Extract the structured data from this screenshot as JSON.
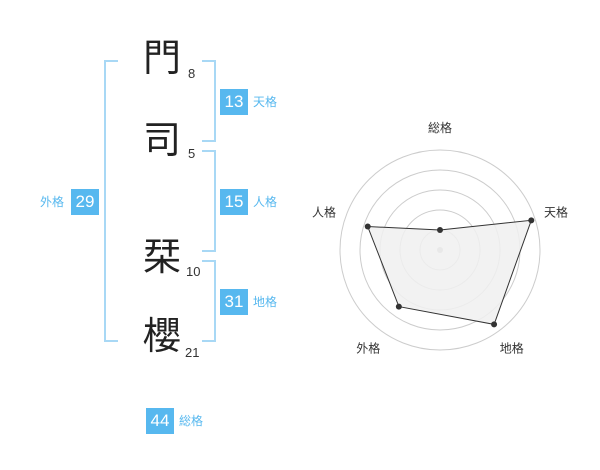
{
  "name": {
    "characters": [
      {
        "char": "門",
        "strokes": "8"
      },
      {
        "char": "司",
        "strokes": "5"
      },
      {
        "char": "栞",
        "strokes": "10"
      },
      {
        "char": "櫻",
        "strokes": "21"
      }
    ]
  },
  "fortunes": {
    "tenkaku": {
      "value": "13",
      "label": "天格"
    },
    "jinkaku": {
      "value": "15",
      "label": "人格"
    },
    "chikaku": {
      "value": "31",
      "label": "地格"
    },
    "gaikaku": {
      "value": "29",
      "label": "外格"
    },
    "soukaku": {
      "value": "44",
      "label": "総格"
    }
  },
  "chart_data": {
    "type": "radar",
    "axes": [
      "総格",
      "天格",
      "地格",
      "外格",
      "人格"
    ],
    "values": [
      1.0,
      4.8,
      4.6,
      3.5,
      3.8
    ],
    "max": 5,
    "rings": 5,
    "colors": {
      "fill": "#f0f0f0",
      "line": "#333333",
      "ring": "#cccccc",
      "center": "#bbbbbb"
    }
  },
  "colors": {
    "accent": "#57b8ef",
    "bracket": "#a8d8f5"
  }
}
